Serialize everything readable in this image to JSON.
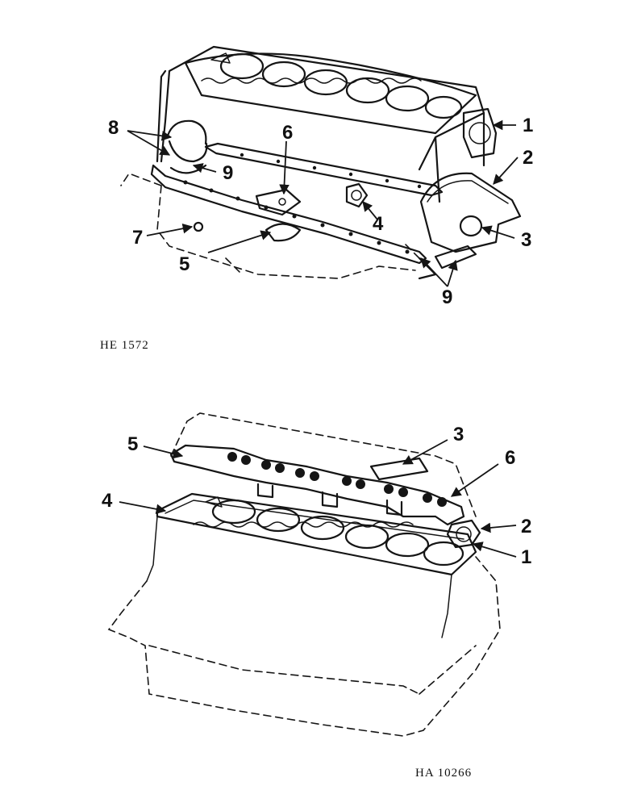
{
  "figures": [
    {
      "code": "HE 1572",
      "callouts": [
        "1",
        "2",
        "3",
        "4",
        "5",
        "6",
        "7",
        "8",
        "9",
        "9"
      ]
    },
    {
      "code": "HA 10266",
      "callouts": [
        "1",
        "2",
        "3",
        "4",
        "5",
        "6"
      ]
    }
  ],
  "colors": {
    "ink": "#151515",
    "paper": "#ffffff"
  }
}
